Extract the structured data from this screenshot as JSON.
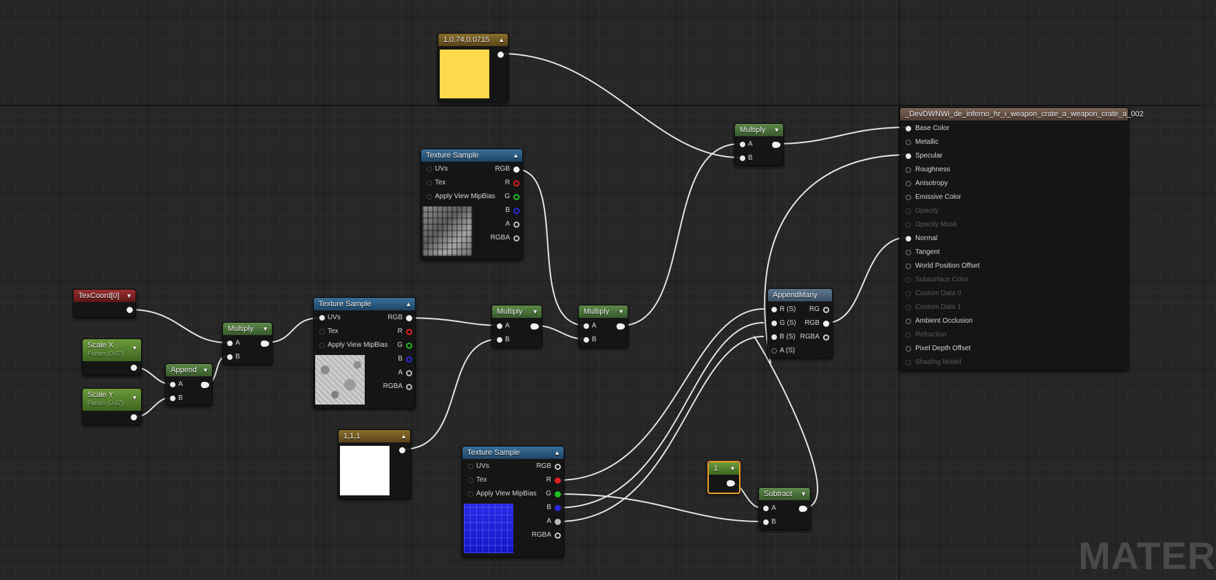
{
  "const_yellow": {
    "title": "1,0.74,0.0715",
    "color": "#ffda4d"
  },
  "const_white": {
    "title": "1,1,1",
    "color": "#ffffff"
  },
  "const_one": {
    "title": "1"
  },
  "texcoord": {
    "title": "TexCoord[0]"
  },
  "scale_x": {
    "title": "Scale X",
    "sub": "Param (0.07)"
  },
  "scale_y": {
    "title": "Scale Y",
    "sub": "Param (0.07)"
  },
  "append": {
    "title": "Append",
    "in_a": "A",
    "in_b": "B"
  },
  "multiply_uv": {
    "title": "Multiply",
    "in_a": "A",
    "in_b": "B"
  },
  "multiply_mid": {
    "title": "Multiply",
    "in_a": "A",
    "in_b": "B"
  },
  "multiply_chain": {
    "title": "Multiply",
    "in_a": "A",
    "in_b": "B"
  },
  "multiply_base": {
    "title": "Multiply",
    "in_a": "A",
    "in_b": "B"
  },
  "subtract": {
    "title": "Subtract",
    "in_a": "A",
    "in_b": "B"
  },
  "tex_top": {
    "title": "Texture Sample",
    "inputs": [
      "UVs",
      "Tex",
      "Apply View MipBias"
    ],
    "outputs": [
      "RGB",
      "R",
      "G",
      "B",
      "A",
      "RGBA"
    ]
  },
  "tex_mid": {
    "title": "Texture Sample",
    "inputs": [
      "UVs",
      "Tex",
      "Apply View MipBias"
    ],
    "outputs": [
      "RGB",
      "R",
      "G",
      "B",
      "A",
      "RGBA"
    ]
  },
  "tex_bottom": {
    "title": "Texture Sample",
    "inputs": [
      "UVs",
      "Tex",
      "Apply View MipBias"
    ],
    "outputs": [
      "RGB",
      "R",
      "G",
      "B",
      "A",
      "RGBA"
    ]
  },
  "append_many": {
    "title": "AppendMany",
    "inputs": [
      "R (S)",
      "G (S)",
      "B (S)",
      "A (S)"
    ],
    "outputs": [
      "RG",
      "RGB",
      "RGBA"
    ]
  },
  "material": {
    "title": "_DevDWNWi_de_inferno_hr_i_weapon_crate_a_weapon_crate_a_002",
    "inputs": [
      "Base Color",
      "Metallic",
      "Specular",
      "Roughness",
      "Anisotropy",
      "Emissive Color",
      "Opacity",
      "Opacity Mask",
      "Normal",
      "Tangent",
      "World Position Offset",
      "Subsurface Color",
      "Custom Data 0",
      "Custom Data 1",
      "Ambient Occlusion",
      "Refraction",
      "Pixel Depth Offset",
      "Shading Model"
    ]
  },
  "watermark": "MATER"
}
